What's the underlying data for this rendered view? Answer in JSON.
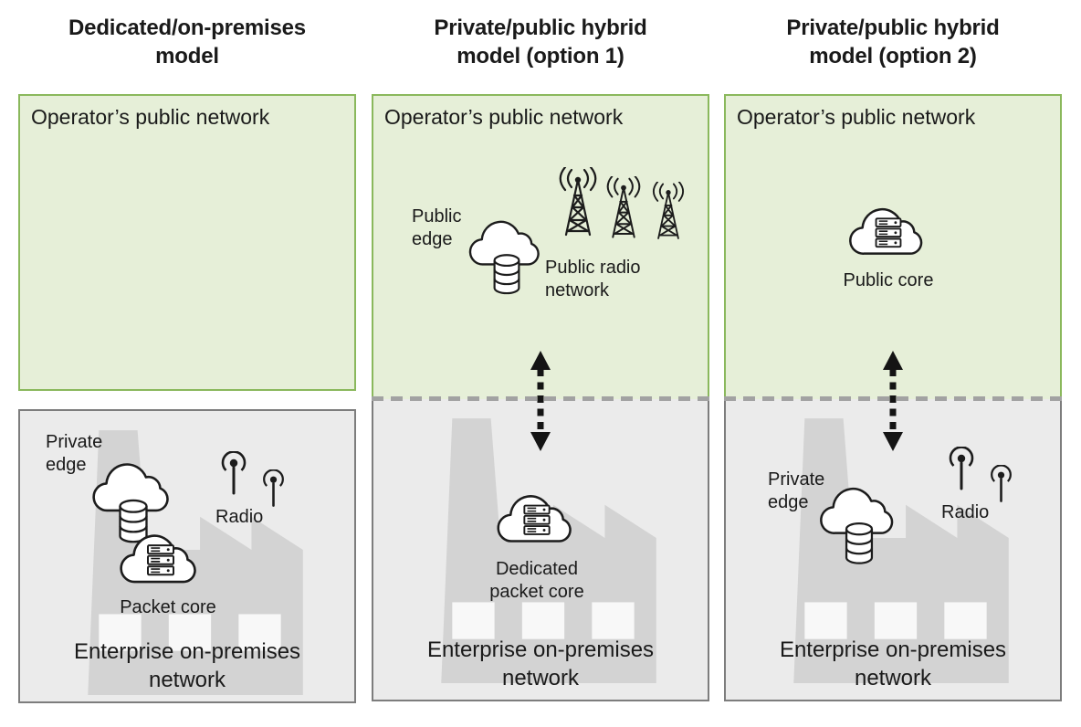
{
  "diagram": {
    "colors": {
      "public_network_fill": "#e6efd8",
      "public_network_border": "#8ab85c",
      "enterprise_fill": "#ebebeb",
      "enterprise_border": "#7d7d7d",
      "separator_dash": "#a2a2a2",
      "factory_silhouette": "#d3d3d3",
      "ink": "#1a1a1a"
    },
    "icons": {
      "cloud_database": "cloud-with-database-icon",
      "cloud_server": "cloud-with-server-icon",
      "antenna": "radio-antenna-icon",
      "radio_tower": "radio-tower-icon",
      "factory": "factory-silhouette",
      "double_arrow": "double-headed-dashed-arrow-icon"
    }
  },
  "columns": [
    {
      "title": "Dedicated/on-premises\nmodel",
      "public_network": {
        "label": "Operator’s public network"
      },
      "enterprise_network": {
        "label": "Enterprise on-premises\nnetwork",
        "private_edge_label": "Private\nedge",
        "radio_label": "Radio",
        "packet_core_label": "Packet core"
      }
    },
    {
      "title": "Private/public hybrid\nmodel (option 1)",
      "public_network": {
        "label": "Operator’s public network",
        "public_edge_label": "Public\nedge",
        "public_radio_label": "Public radio\nnetwork"
      },
      "enterprise_network": {
        "label": "Enterprise on-premises\nnetwork",
        "dedicated_packet_core_label": "Dedicated\npacket core"
      }
    },
    {
      "title": "Private/public hybrid\nmodel (option 2)",
      "public_network": {
        "label": "Operator’s public network",
        "public_core_label": "Public core"
      },
      "enterprise_network": {
        "label": "Enterprise on-premises\nnetwork",
        "private_edge_label": "Private\nedge",
        "radio_label": "Radio"
      }
    }
  ]
}
